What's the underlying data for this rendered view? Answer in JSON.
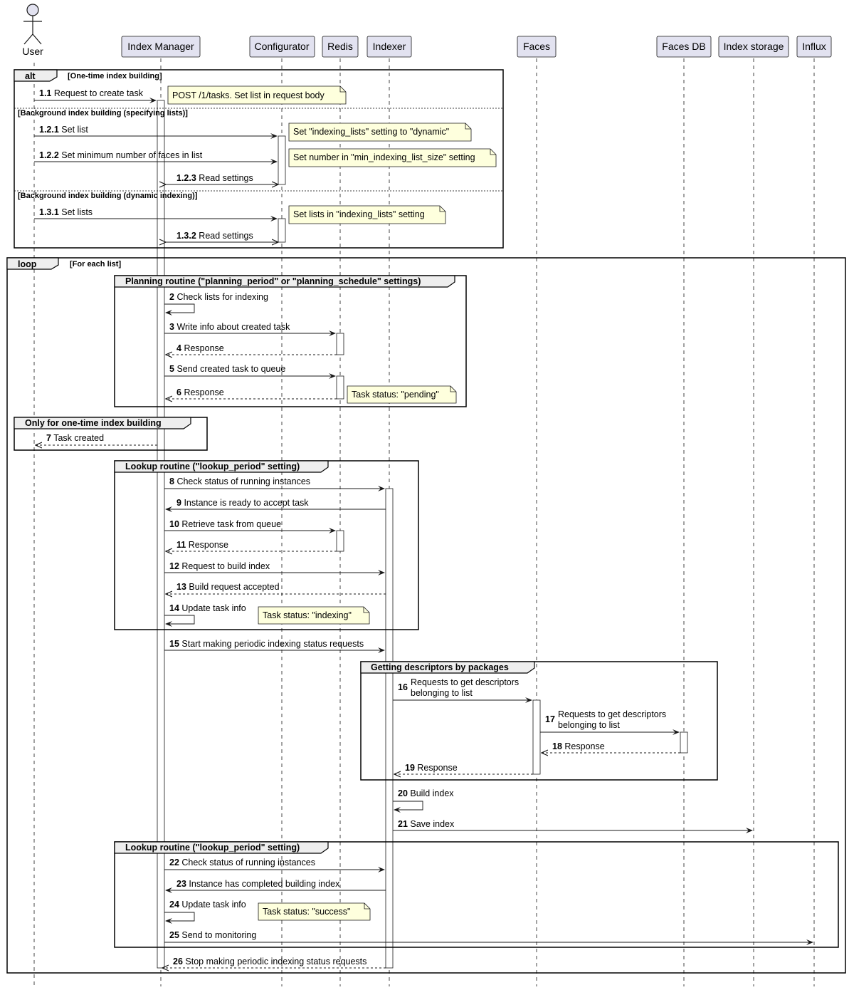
{
  "participants": {
    "user": "User",
    "index_manager": "Index Manager",
    "configurator": "Configurator",
    "redis": "Redis",
    "indexer": "Indexer",
    "faces": "Faces",
    "faces_db": "Faces DB",
    "index_storage": "Index storage",
    "influx": "Influx"
  },
  "alt_frame": {
    "kind": "alt",
    "cond1": "[One-time index building]",
    "cond2": "[Background index building (specifying lists)]",
    "cond3": "[Background index building (dynamic indexing)]"
  },
  "loop_frame": {
    "kind": "loop",
    "cond": "[For each list]"
  },
  "groups": {
    "planning": "Planning routine (\"planning_period\" or \"planning_schedule\" settings)",
    "one_time": "Only for one-time index building",
    "lookup1": "Lookup routine (\"lookup_period\" setting)",
    "descriptors": "Getting descriptors by packages",
    "lookup2": "Lookup routine (\"lookup_period\" setting)"
  },
  "messages": {
    "m1_1": {
      "num": "1.1",
      "text": "Request to create task"
    },
    "m1_2_1": {
      "num": "1.2.1",
      "text": "Set list"
    },
    "m1_2_2": {
      "num": "1.2.2",
      "text": "Set minimum number of faces in list"
    },
    "m1_2_3": {
      "num": "1.2.3",
      "text": "Read settings"
    },
    "m1_3_1": {
      "num": "1.3.1",
      "text": "Set lists"
    },
    "m1_3_2": {
      "num": "1.3.2",
      "text": "Read settings"
    },
    "m2": {
      "num": "2",
      "text": "Check lists for indexing"
    },
    "m3": {
      "num": "3",
      "text": "Write info about created task"
    },
    "m4": {
      "num": "4",
      "text": "Response"
    },
    "m5": {
      "num": "5",
      "text": "Send created task to queue"
    },
    "m6": {
      "num": "6",
      "text": "Response"
    },
    "m7": {
      "num": "7",
      "text": "Task created"
    },
    "m8": {
      "num": "8",
      "text": "Check status of running instances"
    },
    "m9": {
      "num": "9",
      "text": "Instance is ready to accept task"
    },
    "m10": {
      "num": "10",
      "text": "Retrieve task from queue"
    },
    "m11": {
      "num": "11",
      "text": "Response"
    },
    "m12": {
      "num": "12",
      "text": "Request to build index"
    },
    "m13": {
      "num": "13",
      "text": "Build request accepted"
    },
    "m14": {
      "num": "14",
      "text": "Update task info"
    },
    "m15": {
      "num": "15",
      "text": "Start making periodic indexing status requests"
    },
    "m16": {
      "num": "16",
      "text1": "Requests to get descriptors",
      "text2": "belonging to list"
    },
    "m17": {
      "num": "17",
      "text1": "Requests to get descriptors",
      "text2": "belonging to list"
    },
    "m18": {
      "num": "18",
      "text": "Response"
    },
    "m19": {
      "num": "19",
      "text": "Response"
    },
    "m20": {
      "num": "20",
      "text": "Build index"
    },
    "m21": {
      "num": "21",
      "text": "Save index"
    },
    "m22": {
      "num": "22",
      "text": "Check status of running instances"
    },
    "m23": {
      "num": "23",
      "text": "Instance has completed building index"
    },
    "m24": {
      "num": "24",
      "text": "Update task info"
    },
    "m25": {
      "num": "25",
      "text": "Send to monitoring"
    },
    "m26": {
      "num": "26",
      "text": "Stop making periodic indexing status requests"
    }
  },
  "notes": {
    "n_post": "POST /1/tasks. Set list in request body",
    "n_dynamic": "Set \"indexing_lists\" setting to \"dynamic\"",
    "n_min_size": "Set number in \"min_indexing_list_size\" setting",
    "n_lists": "Set lists in \"indexing_lists\" setting",
    "n_pending": "Task status: \"pending\"",
    "n_indexing": "Task status: \"indexing\"",
    "n_success": "Task status: \"success\""
  },
  "colors": {
    "participant_fill": "#E2E2F0",
    "participant_border": "#181818",
    "note_fill": "#FEFFDD",
    "group_header_fill": "#EEEEEE"
  }
}
